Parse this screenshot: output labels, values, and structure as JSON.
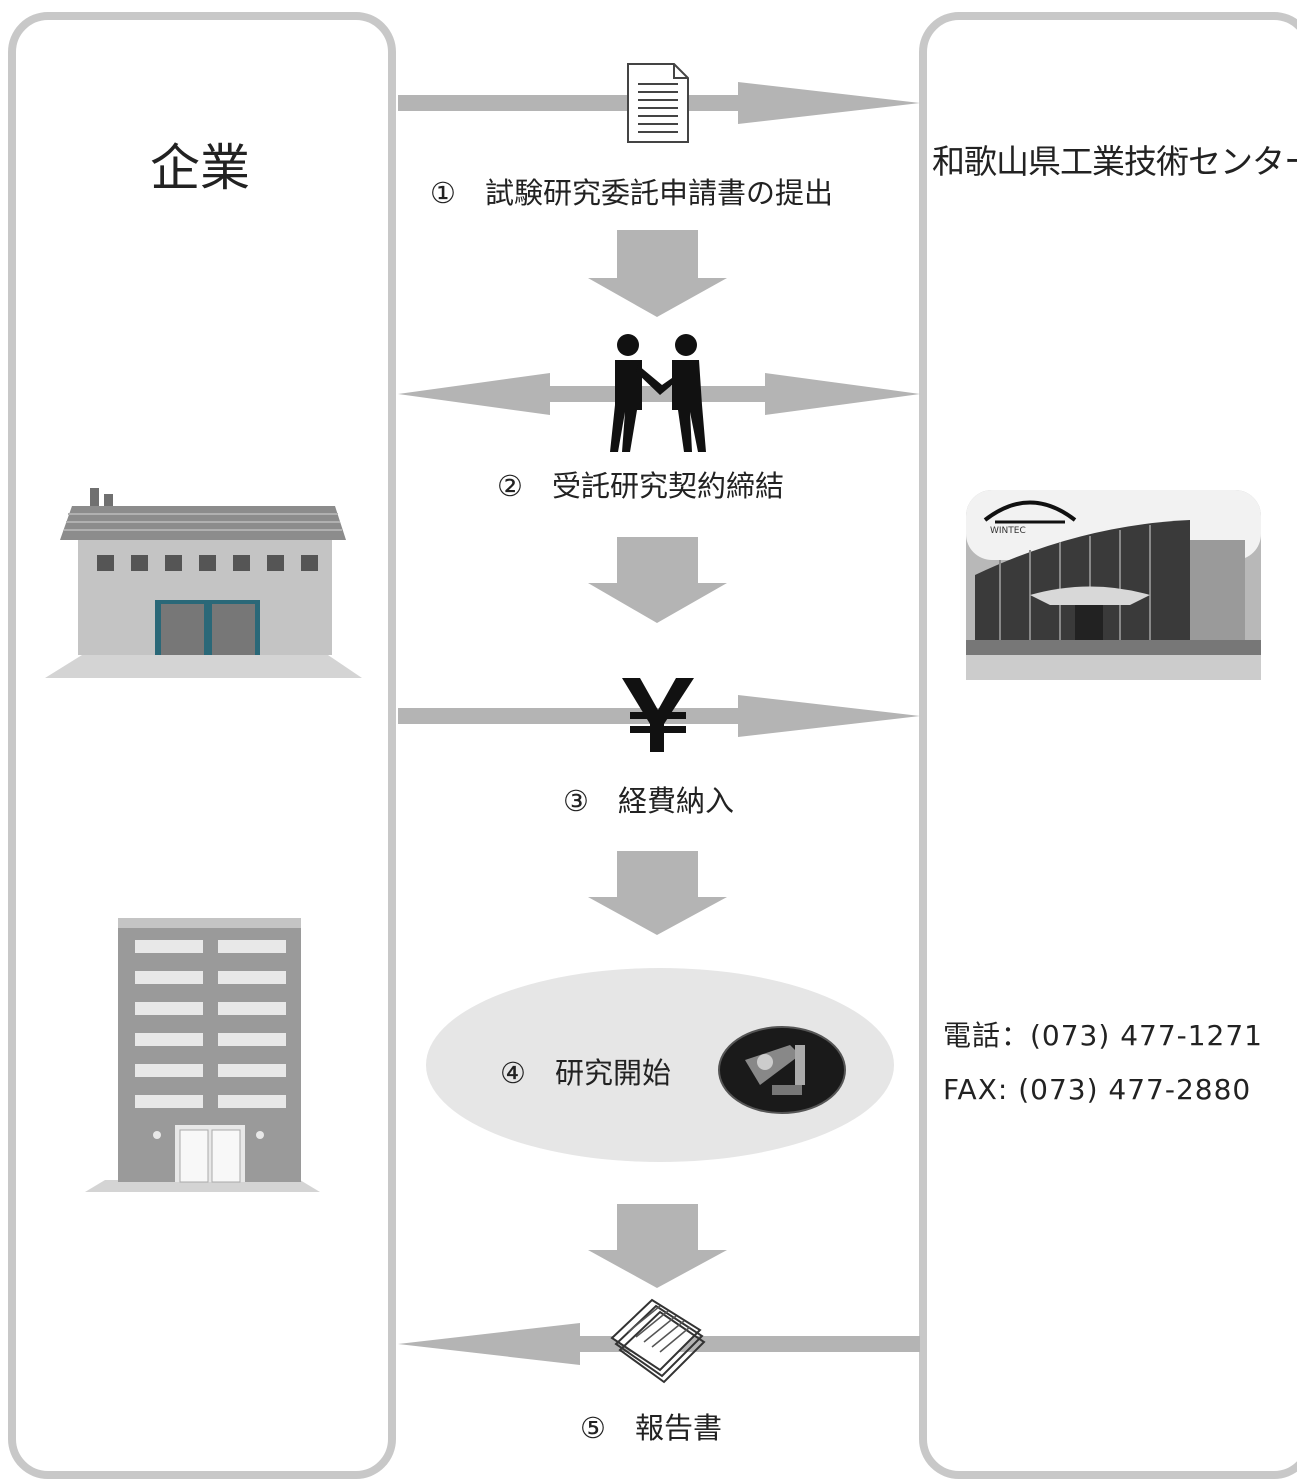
{
  "left_panel": {
    "title": "企業"
  },
  "right_panel": {
    "title": "和歌山県工業技術センター",
    "photo_caption": "WINTEC",
    "phone": "電話：(073) 477-1271",
    "fax": "FAX: (073) 477-2880"
  },
  "steps": [
    {
      "label": "①　試験研究委託申請書の提出",
      "direction": "company-to-center",
      "icon": "document-icon"
    },
    {
      "label": "②　受託研究契約締結",
      "direction": "both",
      "icon": "handshake-icon"
    },
    {
      "label": "③　経費納入",
      "direction": "company-to-center",
      "icon": "yen-icon"
    },
    {
      "label": "④　研究開始",
      "direction": "none",
      "icon": "microscope-photo"
    },
    {
      "label": "⑤　報告書",
      "direction": "center-to-company",
      "icon": "report-papers-icon"
    }
  ],
  "colors": {
    "arrow": "#b4b4b4",
    "panel_border": "#c8c8c8",
    "ellipse": "#e6e6e6",
    "building_wall": "#c4c4c4",
    "building_teal": "#2a6878"
  }
}
